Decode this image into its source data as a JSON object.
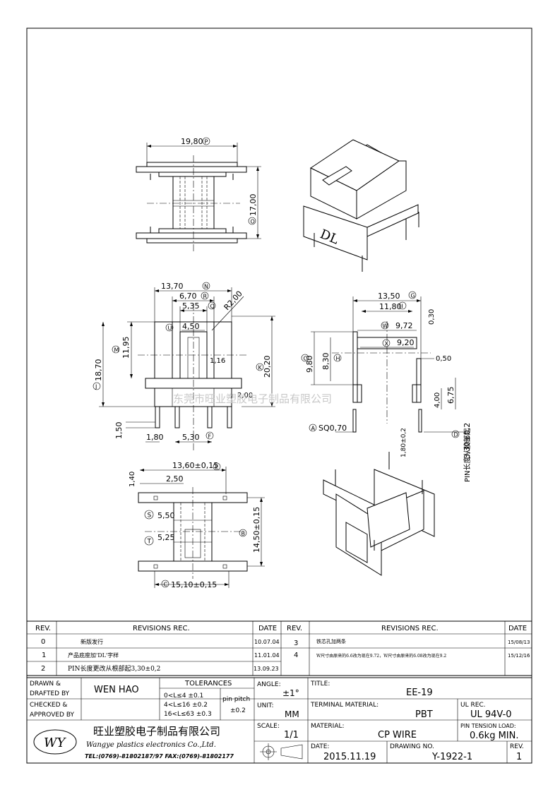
{
  "drawing": {
    "top_view": {
      "dim_p": "19,80",
      "dim_o": "17,00",
      "label_p": "P",
      "label_o": "O"
    },
    "front_view": {
      "dim_n": "13,70",
      "dim_r": "6,70",
      "dim_q": "5,35",
      "dim_radius": "R2,00",
      "dim_u": "4,50",
      "dim_m": "11,95",
      "dim_j": "18,70",
      "dim_k": "20,20",
      "dim_116": "1,16",
      "dim_200": "2,00",
      "dim_150": "1,50",
      "dim_180": "1,80",
      "dim_f": "5,30",
      "labels": {
        "n": "N",
        "r": "R",
        "q": "Q",
        "u": "U",
        "m": "M",
        "j": "J",
        "k": "K",
        "f": "F"
      }
    },
    "side_view": {
      "dim_g": "13,50",
      "dim_i": "11,80",
      "dim_030": "0,30",
      "dim_w": "9,72",
      "dim_x": "9,20",
      "dim_c": "9,80",
      "dim_h": "8,30",
      "dim_050": "0,50",
      "dim_675": "6,75",
      "dim_400": "4,00",
      "dim_a": "SQ0,70",
      "dim_d": "3,30±0,2",
      "dim_pin": "1,80±0,2",
      "pin_note": "PIN长度从胶部起",
      "labels": {
        "g": "G",
        "i": "I",
        "w": "W",
        "x": "X",
        "c": "C",
        "h": "H",
        "a": "A",
        "d": "D"
      }
    },
    "bottom_view": {
      "dim_e": "13,60±0,15",
      "dim_140": "1,40",
      "dim_250": "2,50",
      "dim_s": "5,50",
      "dim_t": "5,25",
      "dim_b": "14,50±0,15",
      "dim_c2": "15,10±0,15",
      "labels": {
        "e": "E",
        "s": "S",
        "t": "T",
        "b": "B",
        "c": "C"
      }
    },
    "iso_mark": "DL"
  },
  "watermark": "东莞市旺业塑胶电子制品有限公司",
  "revisions": {
    "headers": [
      "REV.",
      "REVISIONS  REC.",
      "DATE",
      "REV.",
      "REVISIONS  REC.",
      "DATE"
    ],
    "left": [
      {
        "rev": "0",
        "text": "新版发行",
        "date": "10.07.04"
      },
      {
        "rev": "1",
        "text": "产品底座加'DL'字样",
        "date": "11.01.04"
      },
      {
        "rev": "2",
        "text": "PIN长度更改从根部起3,30±0,2",
        "date": "13.09.23"
      }
    ],
    "right": [
      {
        "rev": "3",
        "text": "铁芯孔加两条",
        "date": "15/08/13"
      },
      {
        "rev": "4",
        "text": "W尺寸由原来的6.6改为现在9.72，W尺寸由原来的6.08改为现在9.2",
        "date": "15/12/16"
      }
    ]
  },
  "title_block": {
    "drawn_label_1": "DRAWN &",
    "drawn_label_2": "DRAFTED BY",
    "drawn_by": "WEN HAO",
    "checked_label_1": "CHECKED &",
    "checked_label_2": "APPROVED BY",
    "tolerances_title": "TOLERANCES",
    "tol_1": "0<L≤4   ±0.1",
    "tol_2": "4<L≤16  ±0.2",
    "tol_3": "16<L≤63 ±0.3",
    "pin_pitch_label": "pin pitch",
    "pin_pitch_value": "±0.2",
    "angle_label": "ANGLE:",
    "angle_value": "±1°",
    "unit_label": "UNIT:",
    "unit_value": "MM",
    "scale_label": "SCALE:",
    "scale_value": "1/1",
    "title_label": "TITLE:",
    "title_value": "EE-19",
    "terminal_label": "TERMINAL MATERIAL:",
    "terminal_value": "PBT",
    "ul_label": "UL REC.",
    "ul_value": "UL 94V-0",
    "material_label": "MATERIAL:",
    "material_value": "CP WIRE",
    "pin_tension_label": "PIN TENSION LOAD:",
    "pin_tension_value": "0.6kg MIN.",
    "date_label": "DATE:",
    "date_value": "2015.11.19",
    "drawing_no_label": "DRAWING NO.",
    "drawing_no_value": "Y-1922-1",
    "rev_label": "REV.",
    "rev_value": "1",
    "company_logo": "WY",
    "company_cn": "旺业塑胶电子制品有限公司",
    "company_en": "Wangye plastics electronics Co.,Ltd.",
    "company_contact": "TEL:(0769)-81802187/97  FAX:(0769)-81802177"
  }
}
